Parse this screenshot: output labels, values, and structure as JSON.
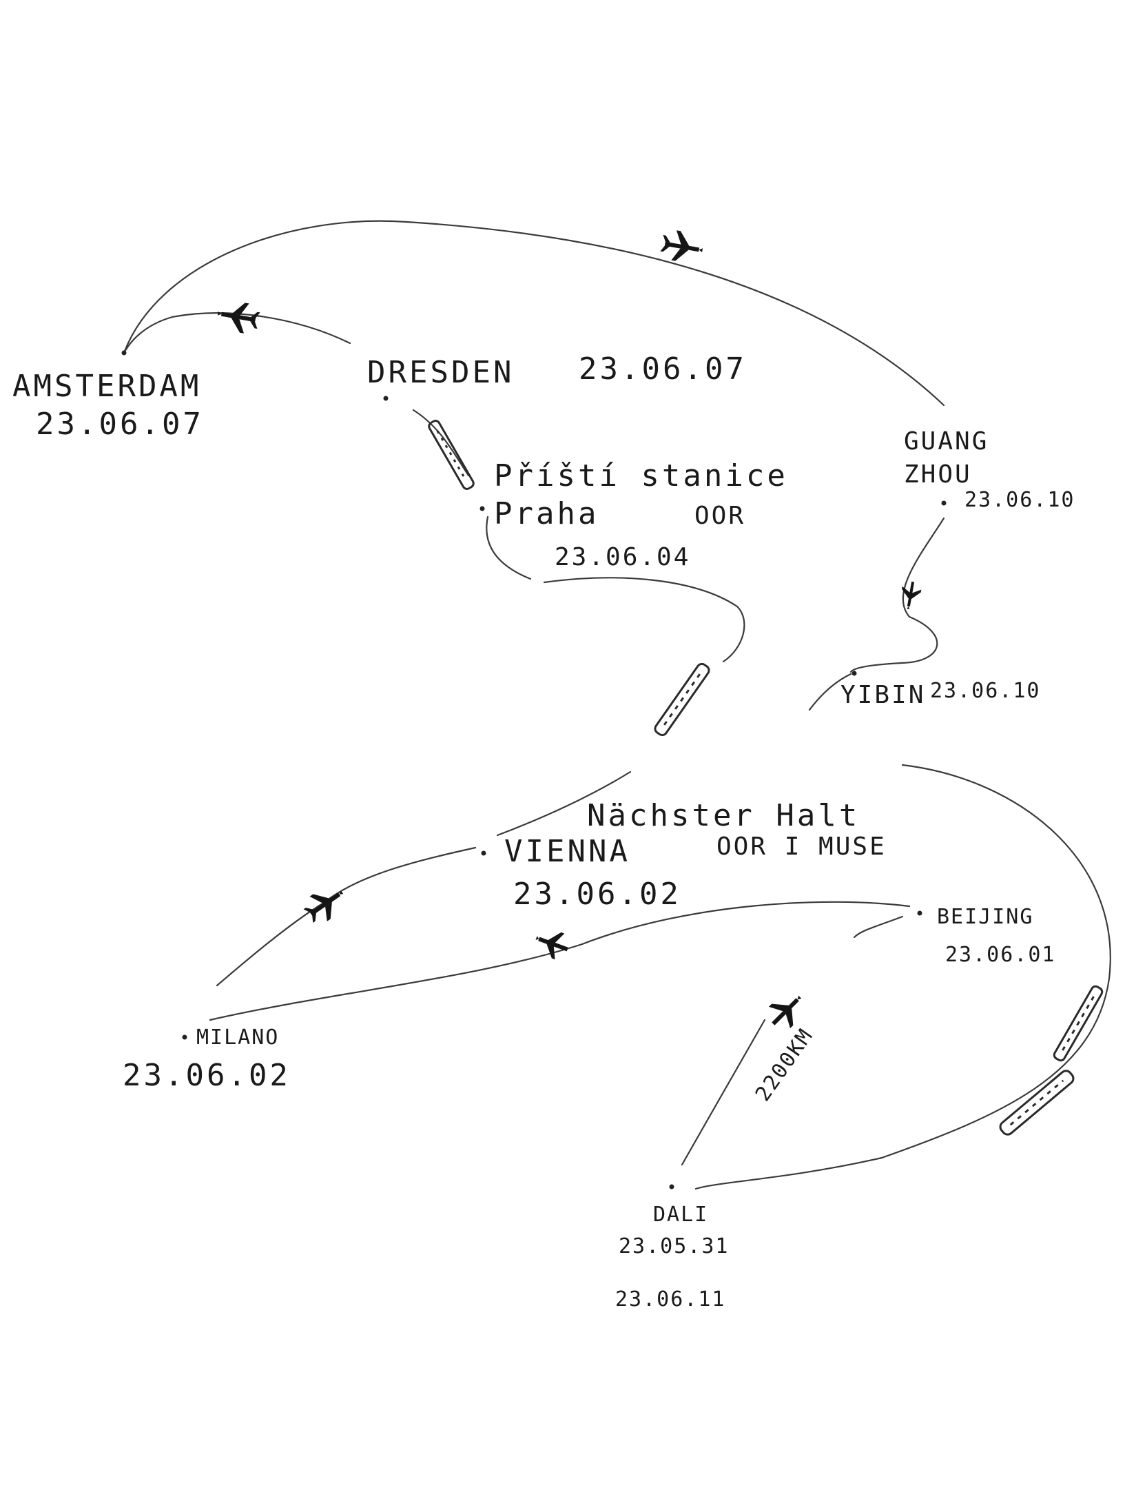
{
  "stops": {
    "amsterdam": {
      "name": "AMSTERDAM",
      "date": "23.06.07"
    },
    "dresden": {
      "name": "DRESDEN",
      "date": "23.06.07"
    },
    "praha": {
      "line1": "Příští stanice",
      "line2": "Praha",
      "extra": "OOR",
      "date": "23.06.04"
    },
    "guangzhou": {
      "line1": "GUANG",
      "line2": "ZHOU",
      "date": "23.06.10"
    },
    "yibin": {
      "name": "YIBIN",
      "date": "23.06.10"
    },
    "vienna": {
      "header": "Nächster Halt",
      "name": "VIENNA",
      "extra": "OOR I MUSE",
      "date": "23.06.02"
    },
    "beijing": {
      "name": "BEIJING",
      "date": "23.06.01"
    },
    "milano": {
      "name": "MILANO",
      "date": "23.06.02"
    },
    "dali": {
      "name": "DALI",
      "date1": "23.05.31",
      "date2": "23.06.11"
    }
  },
  "distance_label": "2200KM",
  "icons": [
    "plane-icon",
    "train-icon"
  ],
  "ink_color": "#1a1a1a"
}
